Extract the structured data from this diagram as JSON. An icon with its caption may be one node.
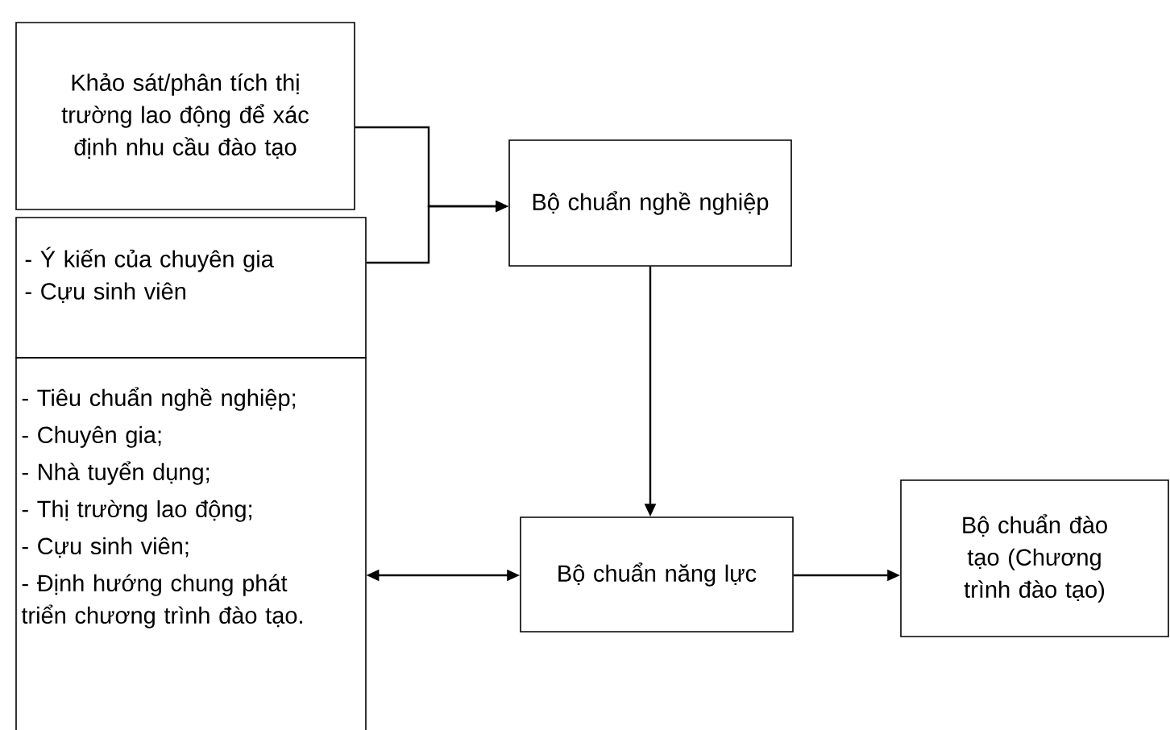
{
  "diagram": {
    "nodes": [
      {
        "text": [
          "Khảo sát/phân tích thị trường lao động để xác định nhu cầu đào tạo"
        ]
      },
      {
        "text": [
          "- Ý kiến của chuyên gia",
          "- Cựu sinh viên"
        ]
      },
      {
        "text": [
          "- Tiêu chuẩn nghề nghiệp;",
          "- Chuyên gia;",
          "- Nhà tuyển dụng;",
          "- Thị trường lao động;",
          "- Cựu sinh viên;",
          "- Định hướng chung phát triển chương trình đào tạo."
        ]
      },
      {
        "text": [
          "Bộ chuẩn nghề nghiệp"
        ]
      },
      {
        "text": [
          "Bộ chuẩn năng lực"
        ]
      },
      {
        "text": [
          "Bộ chuẩn đào tạo (Chương trình đào tạo)"
        ]
      }
    ],
    "edges": [
      {
        "from": 0,
        "to": 3,
        "arrow": "to"
      },
      {
        "from": 1,
        "to": 3,
        "arrow": "to"
      },
      {
        "from": 3,
        "to": 4,
        "arrow": "to"
      },
      {
        "from": 2,
        "to": 4,
        "arrow": "both"
      },
      {
        "from": 4,
        "to": 5,
        "arrow": "to"
      }
    ]
  }
}
